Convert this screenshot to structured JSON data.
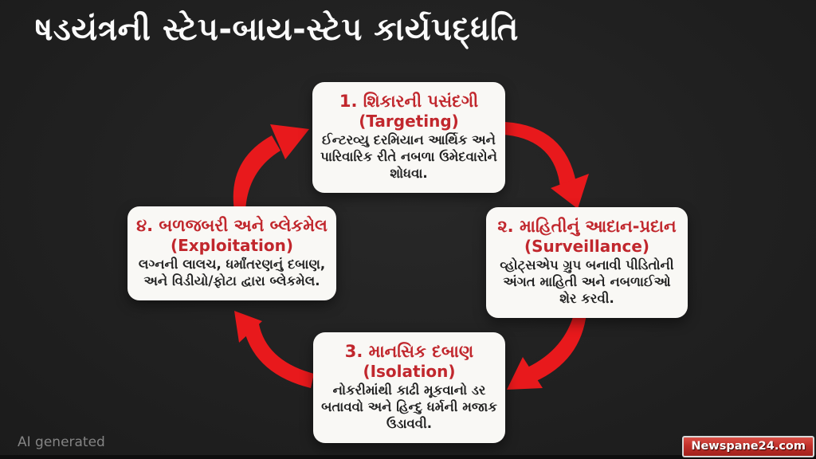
{
  "title": "ષડયંત્રની સ્ટેપ-બાય-સ્ટેપ કાર્યપદ્ધતિ",
  "steps": [
    {
      "position": "top",
      "number_title": "1. શિકારની પસંદગી",
      "english": "(Targeting)",
      "description": "ઈન્ટરવ્યુ દરમિયાન આર્થિક અને પારિવારિક રીતે નબળા ઉમેદવારોને શોધવા."
    },
    {
      "position": "right",
      "number_title": "૨. માહિતીનું આદાન-પ્રદાન",
      "english": "(Surveillance)",
      "description": "વ્હોટ્સએપ ગ્રુપ બનાવી પીડિતોની અંગત માહિતી અને નબળાઈઓ શેર કરવી."
    },
    {
      "position": "bottom",
      "number_title": "3. માનસિક દબાણ",
      "english": "(Isolation)",
      "description": "નોકરીમાંથી કાઢી મૂકવાનો ડર બતાવવો અને હિન્દુ ધર્મની મજાક ઉડાવવી."
    },
    {
      "position": "left",
      "number_title": "૪. બળજબરી અને બ્લેકમેલ",
      "english": "(Exploitation)",
      "description": "લગ્નની લાલચ, ધર્માંતરણનું દબાણ, અને વિડીયો/ફોટા દ્વારા બ્લેકમેલ."
    }
  ],
  "arrows": [
    {
      "icon": "curved-arrow",
      "from": "step-1",
      "to": "step-2"
    },
    {
      "icon": "curved-arrow",
      "from": "step-2",
      "to": "step-3"
    },
    {
      "icon": "curved-arrow",
      "from": "step-3",
      "to": "step-4"
    },
    {
      "icon": "curved-arrow",
      "from": "step-4",
      "to": "step-1"
    }
  ],
  "watermark": "AI generated",
  "badge": {
    "label": "Newspane24.com"
  },
  "colors": {
    "background": "#202020",
    "box_background": "#f9f8f5",
    "heading_red": "#c1272d",
    "arrow_red": "#e8191c",
    "body_text": "#222222",
    "badge_red": "#c1302a"
  }
}
